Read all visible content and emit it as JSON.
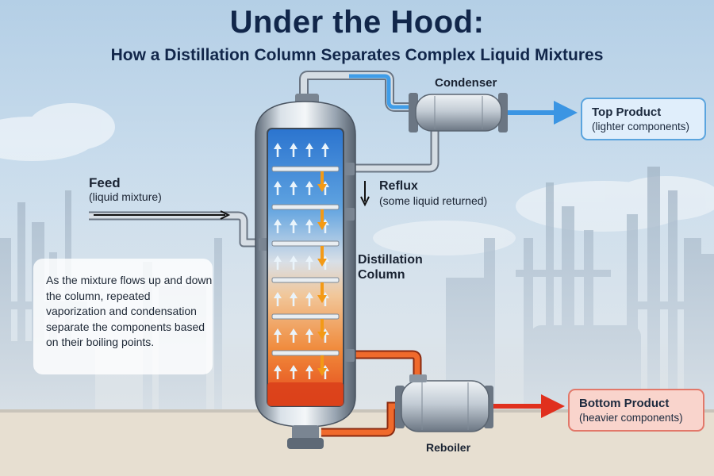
{
  "title": "Under the Hood:",
  "subtitle": "How a Distillation Column Separates Complex Liquid Mixtures",
  "labels": {
    "feed": "Feed",
    "feed_sub": "(liquid mixture)",
    "condenser": "Condenser",
    "reflux": "Reflux",
    "reflux_sub": "(some liquid returned)",
    "column_line1": "Distillation",
    "column_line2": "Column",
    "reboiler": "Reboiler"
  },
  "outputs": {
    "top_product": "Top Product",
    "top_product_sub": "(lighter components)",
    "bottom_product": "Bottom Product",
    "bottom_product_sub": "(heavier components)"
  },
  "note": {
    "text": "As the mixture flows up and down the column, repeated vaporization and condensation separate the components based on their boiling points."
  },
  "colors": {
    "vapor_arrow": "#eaf4fb",
    "liquid_arrow": "#f39a16",
    "top_stream": "#3b95e3",
    "bottom_stream": "#e0301e",
    "title": "#11264a"
  }
}
